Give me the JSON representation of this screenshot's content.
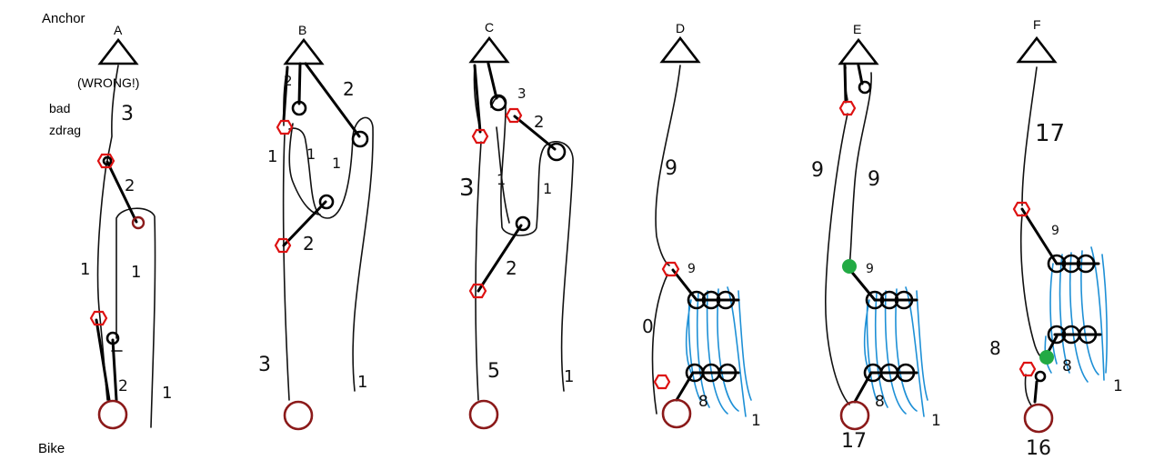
{
  "labels": {
    "anchor": "Anchor",
    "bike": "Bike",
    "wrong": "(WRONG!)",
    "bad": "bad",
    "zdrag": "zdrag"
  },
  "columns": [
    {
      "letter": "A",
      "numbers": [
        "3",
        "2",
        "1",
        "1",
        "2",
        "1"
      ]
    },
    {
      "letter": "B",
      "numbers": [
        "2",
        "2",
        "1",
        "1",
        "1",
        "2",
        "3",
        "1"
      ]
    },
    {
      "letter": "C",
      "numbers": [
        "3",
        "2",
        "3",
        "1",
        "1",
        "2",
        "5",
        "1"
      ]
    },
    {
      "letter": "D",
      "numbers": [
        "9",
        "9",
        "0",
        "8",
        "1"
      ]
    },
    {
      "letter": "E",
      "numbers": [
        "9",
        "9",
        "9",
        "8",
        "17",
        "1"
      ]
    },
    {
      "letter": "F",
      "numbers": [
        "17",
        "9",
        "8",
        "8",
        "1",
        "16"
      ]
    }
  ],
  "colors": {
    "rope": "#111111",
    "pulley": "#000000",
    "rope_grab": "#dd1111",
    "bike": "#8b1a1a",
    "tackle_wrap": "#1e90d6",
    "green_marker": "#22aa44"
  }
}
